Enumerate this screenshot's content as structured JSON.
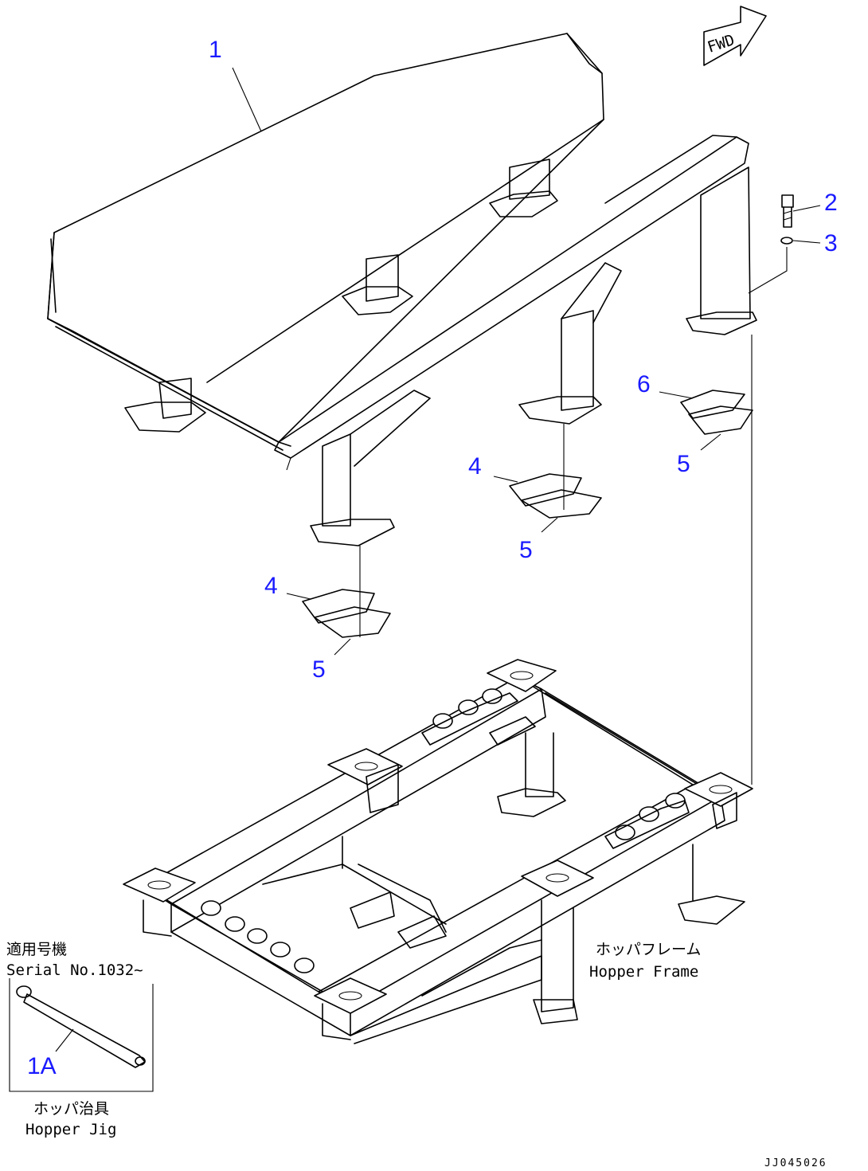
{
  "callouts": {
    "c1": "1",
    "c2": "2",
    "c3": "3",
    "c4a": "4",
    "c4b": "4",
    "c5a": "5",
    "c5b": "5",
    "c5c": "5",
    "c6": "6",
    "c1a": "1A"
  },
  "labels": {
    "fwd": "FWD",
    "hopper_frame_jp": "ホッパフレーム",
    "hopper_frame_en": "Hopper Frame",
    "serial_jp": "適用号機",
    "serial_en": "Serial No.1032~",
    "hopper_jig_jp": "ホッパ治具",
    "hopper_jig_en": "Hopper Jig"
  },
  "drawing_code": "JJ045026"
}
